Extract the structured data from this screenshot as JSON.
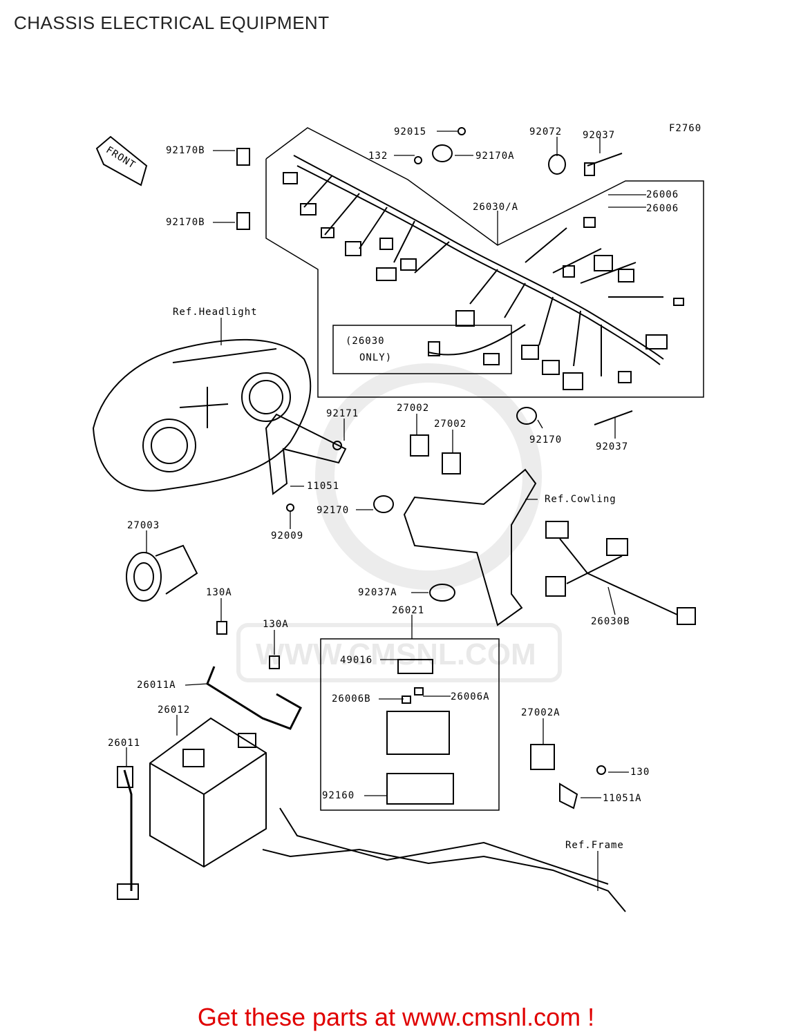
{
  "page": {
    "title": "CHASSIS ELECTRICAL EQUIPMENT",
    "figure_code": "F2760",
    "footer": "Get these parts at www.cmsnl.com !",
    "watermark": "WWW.CMSNL.COM",
    "front_arrow": "FRONT"
  },
  "parts": [
    {
      "id": "p92015",
      "label": "92015"
    },
    {
      "id": "p92072",
      "label": "92072"
    },
    {
      "id": "p92037_top",
      "label": "92037"
    },
    {
      "id": "p92170B_1",
      "label": "92170B"
    },
    {
      "id": "p132",
      "label": "132"
    },
    {
      "id": "p92170A",
      "label": "92170A"
    },
    {
      "id": "p26006_1",
      "label": "26006"
    },
    {
      "id": "p26006_2",
      "label": "26006"
    },
    {
      "id": "p26030A",
      "label": "26030/A"
    },
    {
      "id": "p92170B_2",
      "label": "92170B"
    },
    {
      "id": "refHeadlight",
      "label": "Ref.Headlight"
    },
    {
      "id": "p26030only_1",
      "label": "(26030"
    },
    {
      "id": "p26030only_2",
      "label": "ONLY)"
    },
    {
      "id": "p92171",
      "label": "92171"
    },
    {
      "id": "p27002_1",
      "label": "27002"
    },
    {
      "id": "p27002_2",
      "label": "27002"
    },
    {
      "id": "p92170",
      "label": "92170"
    },
    {
      "id": "p92037_mid",
      "label": "92037"
    },
    {
      "id": "p11051",
      "label": "11051"
    },
    {
      "id": "refCowling",
      "label": "Ref.Cowling"
    },
    {
      "id": "p92170_b",
      "label": "92170"
    },
    {
      "id": "p27003",
      "label": "27003"
    },
    {
      "id": "p92009",
      "label": "92009"
    },
    {
      "id": "p130A_1",
      "label": "130A"
    },
    {
      "id": "p92037A",
      "label": "92037A"
    },
    {
      "id": "p26021",
      "label": "26021"
    },
    {
      "id": "p26030B",
      "label": "26030B"
    },
    {
      "id": "p130A_2",
      "label": "130A"
    },
    {
      "id": "p49016",
      "label": "49016"
    },
    {
      "id": "p26011A",
      "label": "26011A"
    },
    {
      "id": "p26012",
      "label": "26012"
    },
    {
      "id": "p26006B",
      "label": "26006B"
    },
    {
      "id": "p26006A",
      "label": "26006A"
    },
    {
      "id": "p27002A",
      "label": "27002A"
    },
    {
      "id": "p26011",
      "label": "26011"
    },
    {
      "id": "p130",
      "label": "130"
    },
    {
      "id": "p11051A",
      "label": "11051A"
    },
    {
      "id": "p92160",
      "label": "92160"
    },
    {
      "id": "refFrame",
      "label": "Ref.Frame"
    }
  ]
}
